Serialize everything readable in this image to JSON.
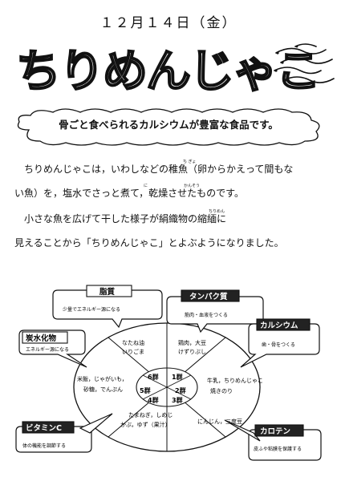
{
  "header": {
    "date": "１２月１４日（金）",
    "title": "ちりめんじゃこ",
    "subtitle": "骨ごと食べられるカルシウムが豊富な食品です。"
  },
  "body": {
    "para1_line1": "ちりめんじゃこは，いわしなどの稚魚（卵からかえって間もな",
    "para1_line2": "い魚）を，塩水でさっと煮て，乾燥させたものです。",
    "para2_line1": "小さな魚を広げて干した様子が絹織物の縮緬に",
    "para2_line2": "見えることから「ちりめんじゃこ」とよぶようになりました。",
    "ruby_chigyo": "ち ぎょ",
    "ruby_ni": "に",
    "ruby_kansou": "かんそう",
    "ruby_chirimen": "ちりめん"
  },
  "diagram": {
    "groups": [
      {
        "name": "1群",
        "foods": [
          "鶏肉，大豆",
          "けずりぶし"
        ]
      },
      {
        "name": "2群",
        "foods": [
          "牛乳，ちりめんじゃこ",
          "焼きのり"
        ]
      },
      {
        "name": "3群",
        "foods": [
          "にんじん，三度豆"
        ]
      },
      {
        "name": "4群",
        "foods": [
          "たまねぎ，しめじ",
          "かぶ，ゆず（果汁）"
        ]
      },
      {
        "name": "5群",
        "foods": [
          "米飯，じゃがいも，",
          "砂糖，でんぷん"
        ]
      },
      {
        "name": "6群",
        "foods": [
          "なたね油",
          "いりごま"
        ]
      }
    ],
    "callouts": {
      "fat": {
        "title": "脂質",
        "text": "少量でエネルギー源になる"
      },
      "protein": {
        "title": "タンパク質",
        "text": "筋肉・血液をつくる"
      },
      "calcium": {
        "title": "カルシウム",
        "text": "歯・骨をつくる"
      },
      "carbs": {
        "title": "炭水化物",
        "text": "エネルギー源になる"
      },
      "vitaminc": {
        "title": "ビタミンC",
        "text": "体の機能を調節する"
      },
      "carotene": {
        "title": "カロテン",
        "text": "皮ふや粘膜を保護する"
      }
    }
  },
  "colors": {
    "ink": "#111111",
    "paper": "#ffffff",
    "tag": "#222222"
  }
}
